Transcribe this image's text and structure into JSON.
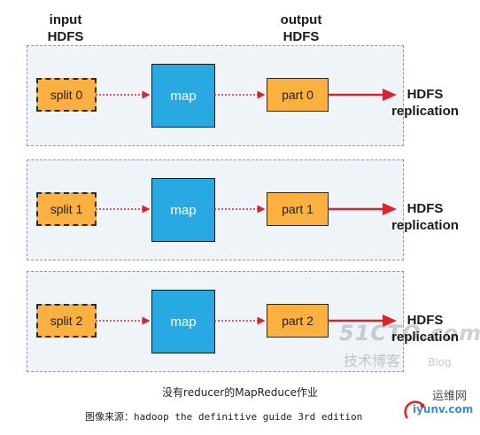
{
  "headers": {
    "input": [
      "input",
      "HDFS"
    ],
    "output": [
      "output",
      "HDFS"
    ]
  },
  "rows": [
    {
      "split": "split 0",
      "map": "map",
      "part": "part 0",
      "dest": [
        "HDFS",
        "replication"
      ]
    },
    {
      "split": "split 1",
      "map": "map",
      "part": "part 1",
      "dest": [
        "HDFS",
        "replication"
      ]
    },
    {
      "split": "split 2",
      "map": "map",
      "part": "part 2",
      "dest": [
        "HDFS",
        "replication"
      ]
    }
  ],
  "caption": "没有reducer的MapReduce作业",
  "source": "图像来源：hadoop the definitive guide 3rd edition",
  "watermarks": {
    "site_top": "51CTO.com",
    "site_sub": "技术博客",
    "blog": "Blog",
    "yun_cn": "运维网",
    "yun_url": "iyunv.com"
  },
  "colors": {
    "panel": "#eef4f7",
    "split": "#fbb040",
    "map": "#29a9e1",
    "part": "#fbb040",
    "arrow": "#d7262b"
  }
}
